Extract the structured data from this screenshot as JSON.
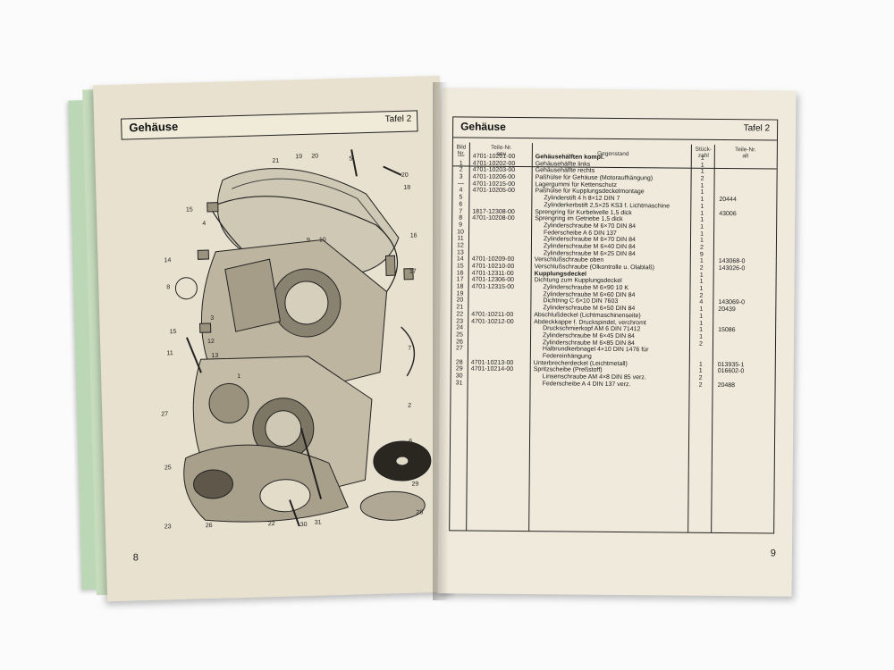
{
  "left_page": {
    "title": "Gehäuse",
    "plate": "Tafel 2",
    "page_number": "8",
    "diagram_labels": [
      "21",
      "19",
      "20",
      "5",
      "20",
      "18",
      "15",
      "4",
      "16",
      "9",
      "10",
      "14",
      "17",
      "8",
      "15",
      "3",
      "12",
      "13",
      "11",
      "1",
      "7",
      "27",
      "2",
      "25",
      "6",
      "29",
      "23",
      "26",
      "22",
      "30",
      "31",
      "28"
    ]
  },
  "right_page": {
    "title": "Gehäuse",
    "plate": "Tafel 2",
    "page_number": "9",
    "headers": {
      "bild": "Bild\nNr.",
      "teile_neu": "Teile-Nr.\nneu",
      "gegenstand": "Gegenstand",
      "stueck": "Stück-\nzahl",
      "teile_alt": "Teile-Nr.\nalt"
    },
    "rows": [
      {
        "bild": "—",
        "tnr": "4701-10201-00",
        "text": "Gehäusehälften kompl.",
        "st": "1",
        "alt": "",
        "bold": true,
        "indent": false
      },
      {
        "bild": "1",
        "tnr": "4701-10202-00",
        "text": "Gehäusehälfte links",
        "st": "1",
        "alt": "",
        "bold": false,
        "indent": false
      },
      {
        "bild": "2",
        "tnr": "4701-10203-00",
        "text": "Gehäusehälfte rechts",
        "st": "1",
        "alt": "",
        "bold": false,
        "indent": false
      },
      {
        "bild": "3",
        "tnr": "4701-10206-00",
        "text": "Paßhülse für Gehäuse (Motoraufhängung)",
        "st": "2",
        "alt": "",
        "bold": false,
        "indent": false
      },
      {
        "bild": "—",
        "tnr": "4701-10215-00",
        "text": "Lagergummi für Kettenschutz",
        "st": "1",
        "alt": "",
        "bold": false,
        "indent": false
      },
      {
        "bild": "4",
        "tnr": "4701-10205-00",
        "text": "Paßhülse für Kupplungsdeckelmontage",
        "st": "1",
        "alt": "",
        "bold": false,
        "indent": false
      },
      {
        "bild": "5",
        "tnr": "",
        "text": "Zylinderstift 4 h 8×12 DIN 7",
        "st": "1",
        "alt": "20444",
        "bold": false,
        "indent": true
      },
      {
        "bild": "6",
        "tnr": "",
        "text": "Zylinderkerbstift 2,5×25 KS3 f. Lichtmaschine",
        "st": "1",
        "alt": "",
        "bold": false,
        "indent": true
      },
      {
        "bild": "7",
        "tnr": "1817-12308-00",
        "text": "Sprengring für Kurbelwelle 1,5 dick",
        "st": "1",
        "alt": "43006",
        "bold": false,
        "indent": false
      },
      {
        "bild": "8",
        "tnr": "4701-10208-00",
        "text": "Sprengring im Getriebe 1,5 dick",
        "st": "1",
        "alt": "",
        "bold": false,
        "indent": false
      },
      {
        "bild": "9",
        "tnr": "",
        "text": "Zylinderschraube M 6×70 DIN 84",
        "st": "1",
        "alt": "",
        "bold": false,
        "indent": true
      },
      {
        "bild": "10",
        "tnr": "",
        "text": "Federscheibe A 6 DIN 137",
        "st": "1",
        "alt": "",
        "bold": false,
        "indent": true
      },
      {
        "bild": "11",
        "tnr": "",
        "text": "Zylinderschraube M 6×70 DIN 84",
        "st": "1",
        "alt": "",
        "bold": false,
        "indent": true
      },
      {
        "bild": "12",
        "tnr": "",
        "text": "Zylinderschraube M 6×40 DIN 84",
        "st": "2",
        "alt": "",
        "bold": false,
        "indent": true
      },
      {
        "bild": "13",
        "tnr": "",
        "text": "Zylinderschraube M 6×25 DIN 84",
        "st": "9",
        "alt": "",
        "bold": false,
        "indent": true
      },
      {
        "bild": "14",
        "tnr": "4701-10209-00",
        "text": "Verschlußschraube oben",
        "st": "1",
        "alt": "143068-0",
        "bold": false,
        "indent": false
      },
      {
        "bild": "15",
        "tnr": "4701-10210-00",
        "text": "Verschlußschraube (Ölkontrolle u. Ölablaß)",
        "st": "2",
        "alt": "143026-0",
        "bold": false,
        "indent": false
      },
      {
        "bild": "16",
        "tnr": "4701-12311-00",
        "text": "Kupplungsdeckel",
        "st": "1",
        "alt": "",
        "bold": true,
        "indent": false
      },
      {
        "bild": "17",
        "tnr": "4701-12306-00",
        "text": "Dichtung zum Kupplungsdeckel",
        "st": "1",
        "alt": "",
        "bold": false,
        "indent": false
      },
      {
        "bild": "18",
        "tnr": "4701-12315-00",
        "text": "Zylinderschraube M 6×90 10 K",
        "st": "1",
        "alt": "",
        "bold": false,
        "indent": true
      },
      {
        "bild": "19",
        "tnr": "",
        "text": "Zylinderschraube M 6×60 DIN 84",
        "st": "2",
        "alt": "",
        "bold": false,
        "indent": true
      },
      {
        "bild": "20",
        "tnr": "",
        "text": "Dichtring C 6×10 DIN 7603",
        "st": "4",
        "alt": "143069-0",
        "bold": false,
        "indent": true
      },
      {
        "bild": "21",
        "tnr": "",
        "text": "Zylinderschraube M 6×50 DIN 84",
        "st": "1",
        "alt": "20439",
        "bold": false,
        "indent": true
      },
      {
        "bild": "22",
        "tnr": "4701-10211-00",
        "text": "Abschlußdeckel (Lichtmaschinenseite)",
        "st": "1",
        "alt": "",
        "bold": false,
        "indent": false
      },
      {
        "bild": "23",
        "tnr": "4701-10212-00",
        "text": "Abdeckkappe f. Druckspindel, verchromt",
        "st": "1",
        "alt": "",
        "bold": false,
        "indent": false
      },
      {
        "bild": "24",
        "tnr": "",
        "text": "Druckschmierkopf AM 6 DIN 71412",
        "st": "1",
        "alt": "15086",
        "bold": false,
        "indent": true
      },
      {
        "bild": "25",
        "tnr": "",
        "text": "Zylinderschraube M 6×45 DIN 84",
        "st": "1",
        "alt": "",
        "bold": false,
        "indent": true
      },
      {
        "bild": "26",
        "tnr": "",
        "text": "Zylinderschraube M 6×85 DIN 84",
        "st": "2",
        "alt": "",
        "bold": false,
        "indent": true
      },
      {
        "bild": "27",
        "tnr": "",
        "text": "Halbrundkerbnagel 4×10 DIN 1476 für",
        "st": "",
        "alt": "",
        "bold": false,
        "indent": true
      },
      {
        "bild": "",
        "tnr": "",
        "text": "Federeinhängung",
        "st": "",
        "alt": "",
        "bold": false,
        "indent": true
      },
      {
        "bild": "28",
        "tnr": "4701-10213-00",
        "text": "Unterbrecherdeckel (Leichtmetall)",
        "st": "1",
        "alt": "013935-1",
        "bold": false,
        "indent": false
      },
      {
        "bild": "29",
        "tnr": "4701-10214-00",
        "text": "Spritzscheibe (Preßstoff)",
        "st": "1",
        "alt": "016602-0",
        "bold": false,
        "indent": false
      },
      {
        "bild": "30",
        "tnr": "",
        "text": "Linsenschraube AM 4×8 DIN 85 verz.",
        "st": "2",
        "alt": "",
        "bold": false,
        "indent": true
      },
      {
        "bild": "31",
        "tnr": "",
        "text": "Federscheibe A 4 DIN 137 verz.",
        "st": "2",
        "alt": "20488",
        "bold": false,
        "indent": true
      }
    ]
  }
}
